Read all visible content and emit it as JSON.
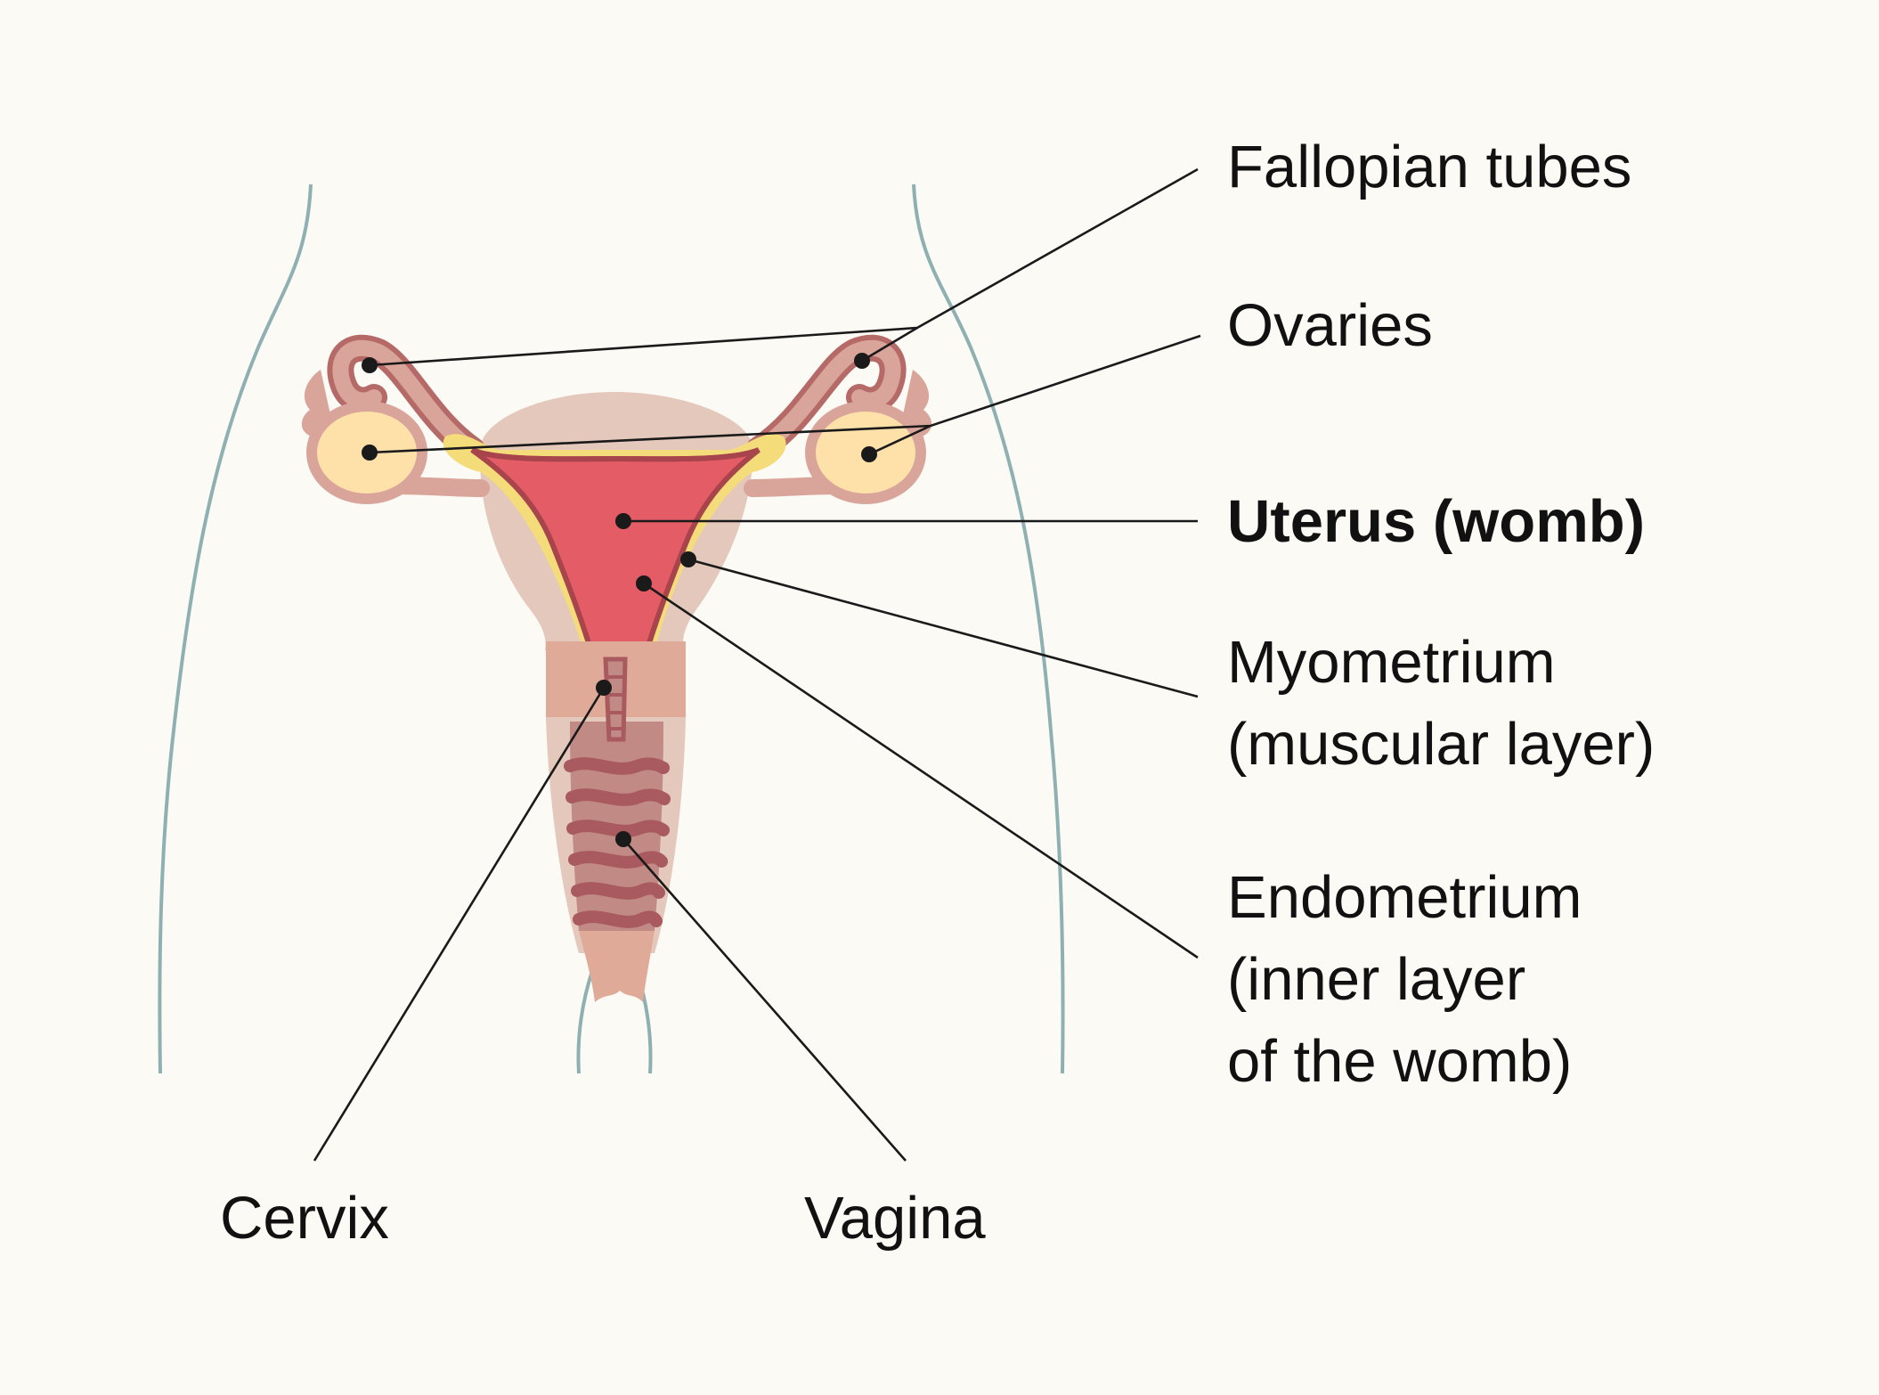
{
  "labels": {
    "fallopian_tubes": "Fallopian tubes",
    "ovaries": "Ovaries",
    "uterus": "Uterus (womb)",
    "myometrium_line1": "Myometrium",
    "myometrium_line2": "(muscular layer)",
    "endometrium_line1": "Endometrium",
    "endometrium_line2": "(inner layer",
    "endometrium_line3": "of the womb)",
    "cervix": "Cervix",
    "vagina": "Vagina"
  },
  "colors": {
    "background": "#fbfaf4",
    "body_outline": "#8fb0b2",
    "uterus_cavity": "#e45c66",
    "tube_wall": "#b56a68",
    "tube_fill": "#d9a49a",
    "endometrium": "#f5dc7a",
    "myometrium": "#e3c8bb",
    "ovary": "#fde1a9",
    "cervix_vagina": "#e0aa98",
    "vaginal_folds": "#a85a5e",
    "leader_line": "#1a1a1a"
  }
}
